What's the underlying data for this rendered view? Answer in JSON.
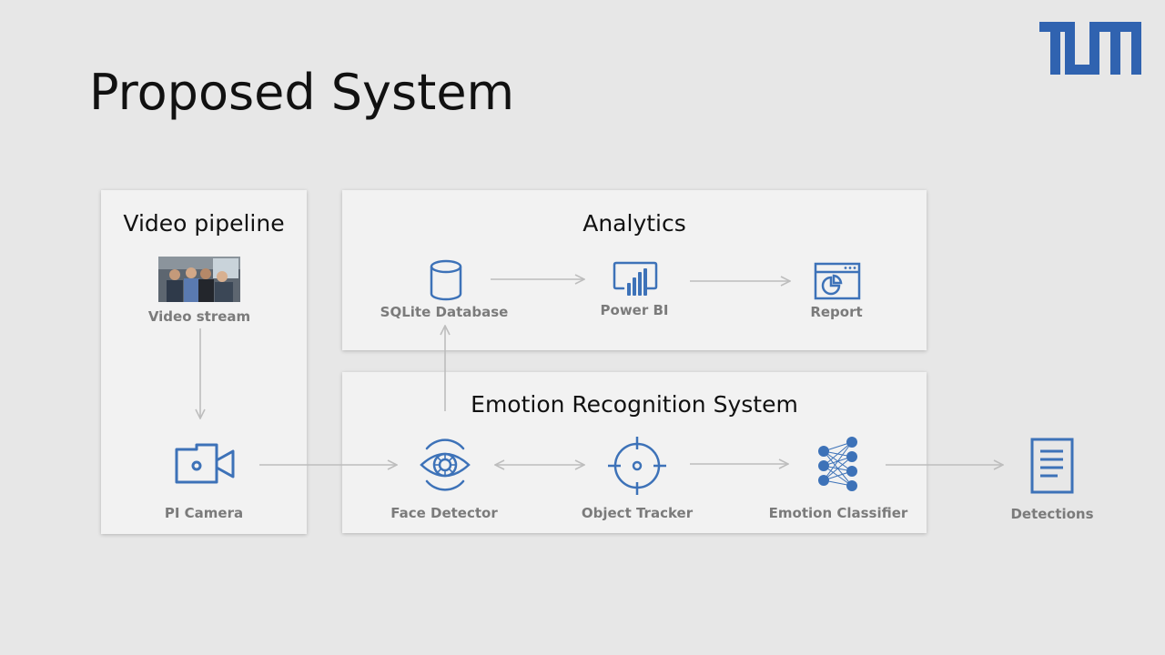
{
  "slide": {
    "title": "Proposed System",
    "logo_text": "TUM",
    "accent_color": "#3d72b8",
    "connector_color": "#bdbdbd"
  },
  "panels": {
    "video_pipeline": {
      "title": "Video pipeline",
      "nodes": [
        {
          "label": "Video stream",
          "icon": "video-frame-image"
        },
        {
          "label": "PI Camera",
          "icon": "video-camera-icon"
        }
      ]
    },
    "analytics": {
      "title": "Analytics",
      "nodes": [
        {
          "label": "SQLite Database",
          "icon": "database-icon"
        },
        {
          "label": "Power BI",
          "icon": "bar-chart-icon"
        },
        {
          "label": "Report",
          "icon": "report-window-icon"
        }
      ]
    },
    "emotion_recognition": {
      "title": "Emotion Recognition System",
      "nodes": [
        {
          "label": "Face Detector",
          "icon": "eye-detector-icon"
        },
        {
          "label": "Object Tracker",
          "icon": "crosshair-icon"
        },
        {
          "label": "Emotion Classifier",
          "icon": "neural-network-icon"
        }
      ]
    }
  },
  "output": {
    "label": "Detections",
    "icon": "document-icon"
  }
}
